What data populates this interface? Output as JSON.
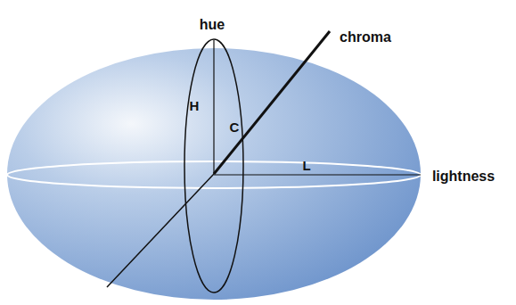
{
  "diagram": {
    "labels": [
      "hue",
      "chroma",
      "H",
      "C",
      "L",
      "lightness"
    ]
  }
}
